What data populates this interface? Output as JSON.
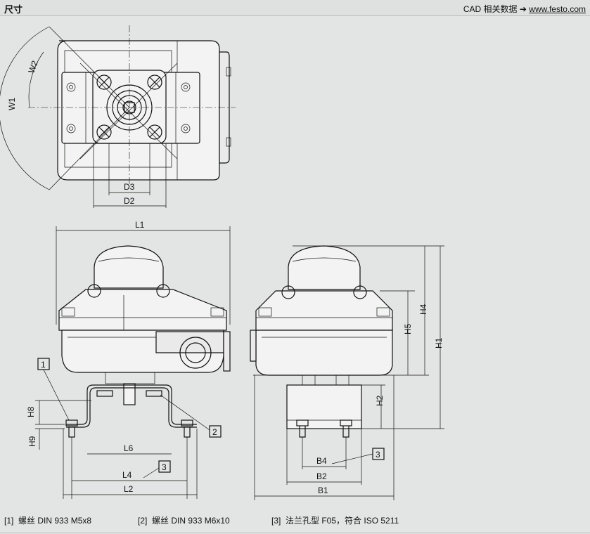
{
  "header": {
    "title": "尺寸",
    "cad_label": "CAD 相关数据 ➔ ",
    "cad_link": "www.festo.com"
  },
  "dimensions": {
    "W1": "W1",
    "W2": "W2",
    "D3": "D3",
    "D2": "D2",
    "L1": "L1",
    "L2": "L2",
    "L4": "L4",
    "L6": "L6",
    "H1": "H1",
    "H2": "H2",
    "H4": "H4",
    "H5": "H5",
    "H8": "H8",
    "H9": "H9",
    "B1": "B1",
    "B2": "B2",
    "B4": "B4"
  },
  "callouts": {
    "c1": "1",
    "c2": "2",
    "c3a": "3",
    "c3b": "3"
  },
  "footnotes": [
    {
      "num": "[1]",
      "text": "螺丝 DIN 933 M5x8"
    },
    {
      "num": "[2]",
      "text": "螺丝 DIN 933 M6x10"
    },
    {
      "num": "[3]",
      "text": "法兰孔型 F05，符合 ISO 5211"
    }
  ]
}
